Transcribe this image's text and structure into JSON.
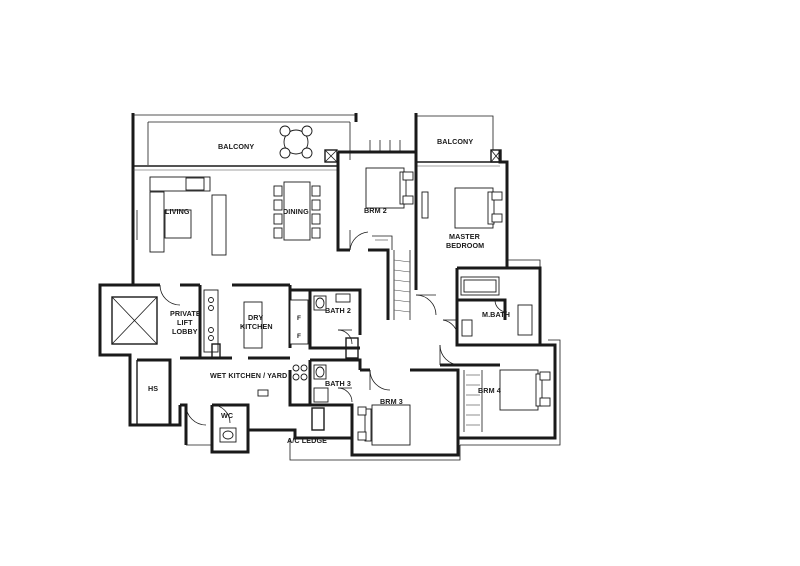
{
  "rooms": {
    "balcony_main": "BALCONY",
    "balcony_master": "BALCONY",
    "living": "LIVING",
    "dining": "DINING",
    "brm2": "BRM 2",
    "master_line1": "MASTER",
    "master_line2": "BEDROOM",
    "lobby_line1": "PRIVATE",
    "lobby_line2": "LIFT",
    "lobby_line3": "LOBBY",
    "dry_line1": "DRY",
    "dry_line2": "KITCHEN",
    "bath2": "BATH 2",
    "mbath": "M.BATH",
    "bath3": "BATH 3",
    "wet_kitchen": "WET KITCHEN / YARD",
    "hs": "HS",
    "wc": "WC",
    "brm3": "BRM 3",
    "brm4": "BRM 4",
    "ac_ledge": "A/C LEDGE",
    "fridge_1": "F",
    "fridge_2": "F"
  },
  "colors": {
    "wall": "#1a1a1a",
    "background": "#ffffff"
  }
}
